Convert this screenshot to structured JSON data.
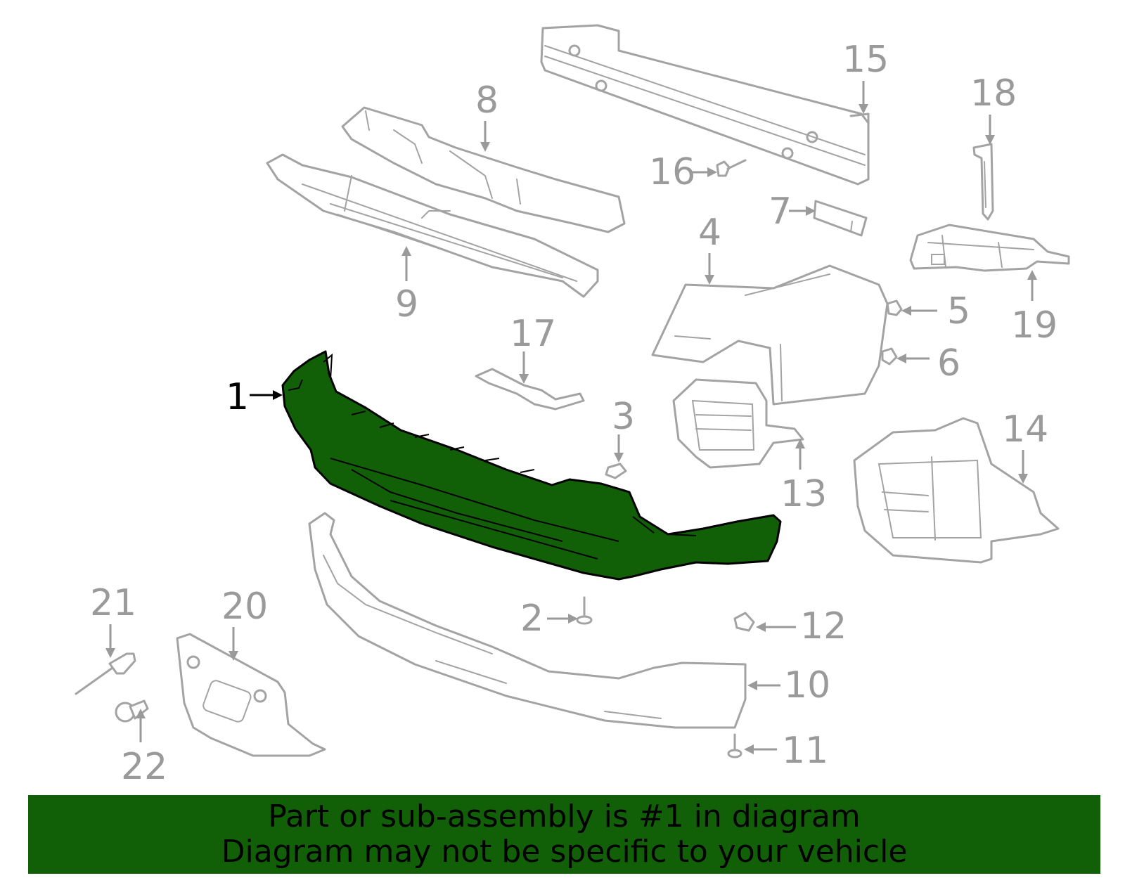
{
  "colors": {
    "highlight_fill": "#116008",
    "banner_bg": "#116008",
    "part_stroke": "#a3a3a3",
    "callout_text": "#9a9a9a",
    "highlight_text": "#000000"
  },
  "highlighted_callout": "1",
  "callouts": {
    "c1": "1",
    "c2": "2",
    "c3": "3",
    "c4": "4",
    "c5": "5",
    "c6": "6",
    "c7": "7",
    "c8": "8",
    "c9": "9",
    "c10": "10",
    "c11": "11",
    "c12": "12",
    "c13": "13",
    "c14": "14",
    "c15": "15",
    "c16": "16",
    "c17": "17",
    "c18": "18",
    "c19": "19",
    "c20": "20",
    "c21": "21",
    "c22": "22"
  },
  "banner": {
    "line1": "Part or sub-assembly is #1 in diagram",
    "line2": "Diagram may not be specific to your vehicle"
  }
}
